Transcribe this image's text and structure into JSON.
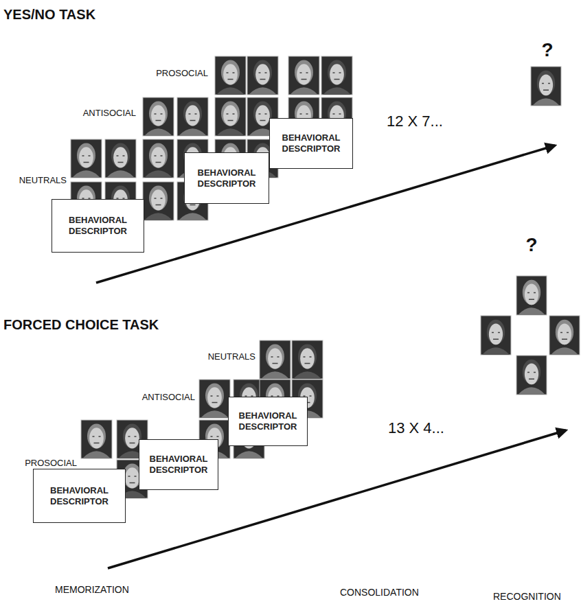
{
  "diagram": {
    "nodes": [
      {
        "text": [
          "BEHAVIORAL DESCRIPTOR"
        ]
      },
      {
        "text": [
          "BEHAVIORAL DESCRIPTOR"
        ]
      },
      {
        "text": [
          "BEHAVIORAL DESCRIPTOR"
        ]
      },
      {
        "text": [
          "BEHAVIORAL DESCRIPTOR"
        ]
      },
      {
        "text": [
          "BEHAVIORAL DESCRIPTOR"
        ]
      },
      {
        "text": [
          "BEHAVIORAL DESCRIPTOR"
        ]
      }
    ],
    "labels": [
      "YES/NO TASK",
      "?",
      "PROSOCIAL",
      "ANTISOCIAL",
      "12 X 7...",
      "NEUTRALS",
      "?",
      "FORCED CHOICE TASK",
      "NEUTRALS",
      "ANTISOCIAL",
      "13 X 4...",
      "PROSOCIAL",
      "MEMORIZATION",
      "CONSOLIDATION",
      "RECOGNITION"
    ]
  }
}
